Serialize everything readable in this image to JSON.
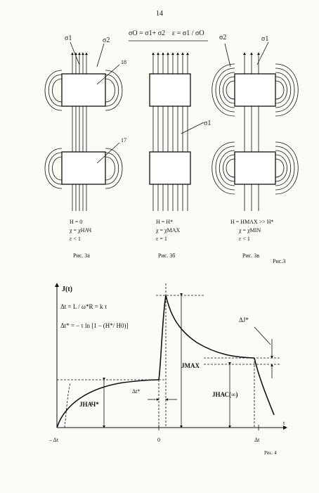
{
  "page_number": "14",
  "fig3": {
    "formula_sum": "σO = σ1+ σ2",
    "formula_ratio": "ε = σ1 / σO",
    "a": {
      "sigma1": "σ1",
      "sigma2": "σ2",
      "ref_upper": "18",
      "ref_lower": "17",
      "h": "H = 0",
      "chi": "χ = χНАЧ",
      "eps": "ε < 1",
      "caption": "Рис. 3а"
    },
    "b": {
      "sigma1": "σ1",
      "h": "H = H*",
      "chi": "χ = χMAX",
      "eps": "ε = 1",
      "caption": "Рис. 3б"
    },
    "c": {
      "sigma2": "σ2",
      "sigma1": "σ1",
      "h": "H = HMAX >> H*",
      "chi": "χ = χMIN",
      "eps": "ε < 1",
      "caption": "Рис. 3в"
    },
    "caption": "Рис.3"
  },
  "fig4": {
    "y_axis_label": "J(t)",
    "x_axis_label": "t",
    "eq1": "Δt = L / ω*R = k τ",
    "eq2": "Δt* = – τ ln [1 – (H*/ H0)]",
    "label_jnach": "JНАЧ*",
    "label_dtstar": "Δt*",
    "label_jmax": "JMAX",
    "label_jnas": "JНАС(∞)",
    "label_dj": "ΔJ*",
    "tick_left": "– Δt",
    "tick_zero": "0",
    "tick_right": "Δt",
    "caption": "Рис. 4"
  },
  "colors": {
    "ink": "#111111",
    "paper": "#fbfbf8"
  }
}
